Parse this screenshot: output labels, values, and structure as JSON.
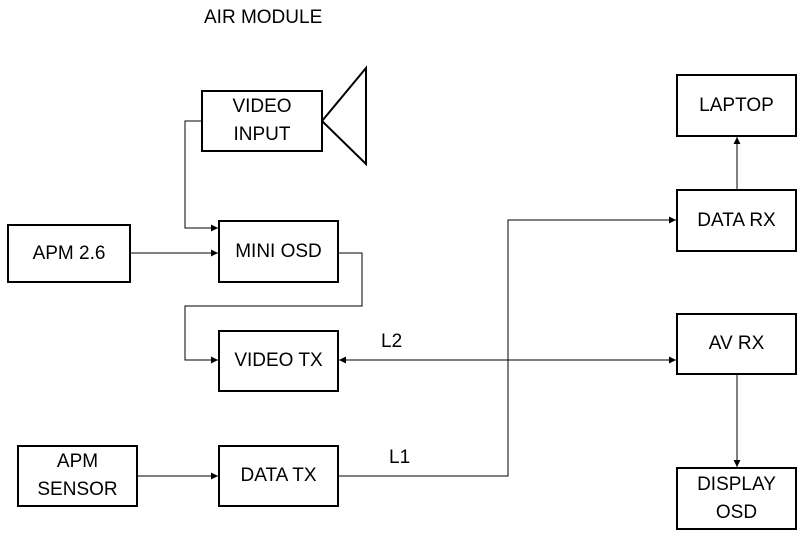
{
  "title": "AIR MODULE",
  "blocks": {
    "video_input": {
      "lines": [
        "VIDEO",
        "INPUT"
      ]
    },
    "apm": "APM 2.6",
    "mini_osd": "MINI OSD",
    "video_tx": "VIDEO TX",
    "apm_sensor": {
      "lines": [
        "APM",
        "SENSOR"
      ]
    },
    "data_tx": "DATA TX",
    "laptop": "LAPTOP",
    "data_rx": "DATA RX",
    "av_rx": "AV RX",
    "display_osd": {
      "lines": [
        "DISPLAY",
        "OSD"
      ]
    }
  },
  "links": {
    "l1": "L1",
    "l2": "L2"
  },
  "camera_icon": "camera-icon"
}
